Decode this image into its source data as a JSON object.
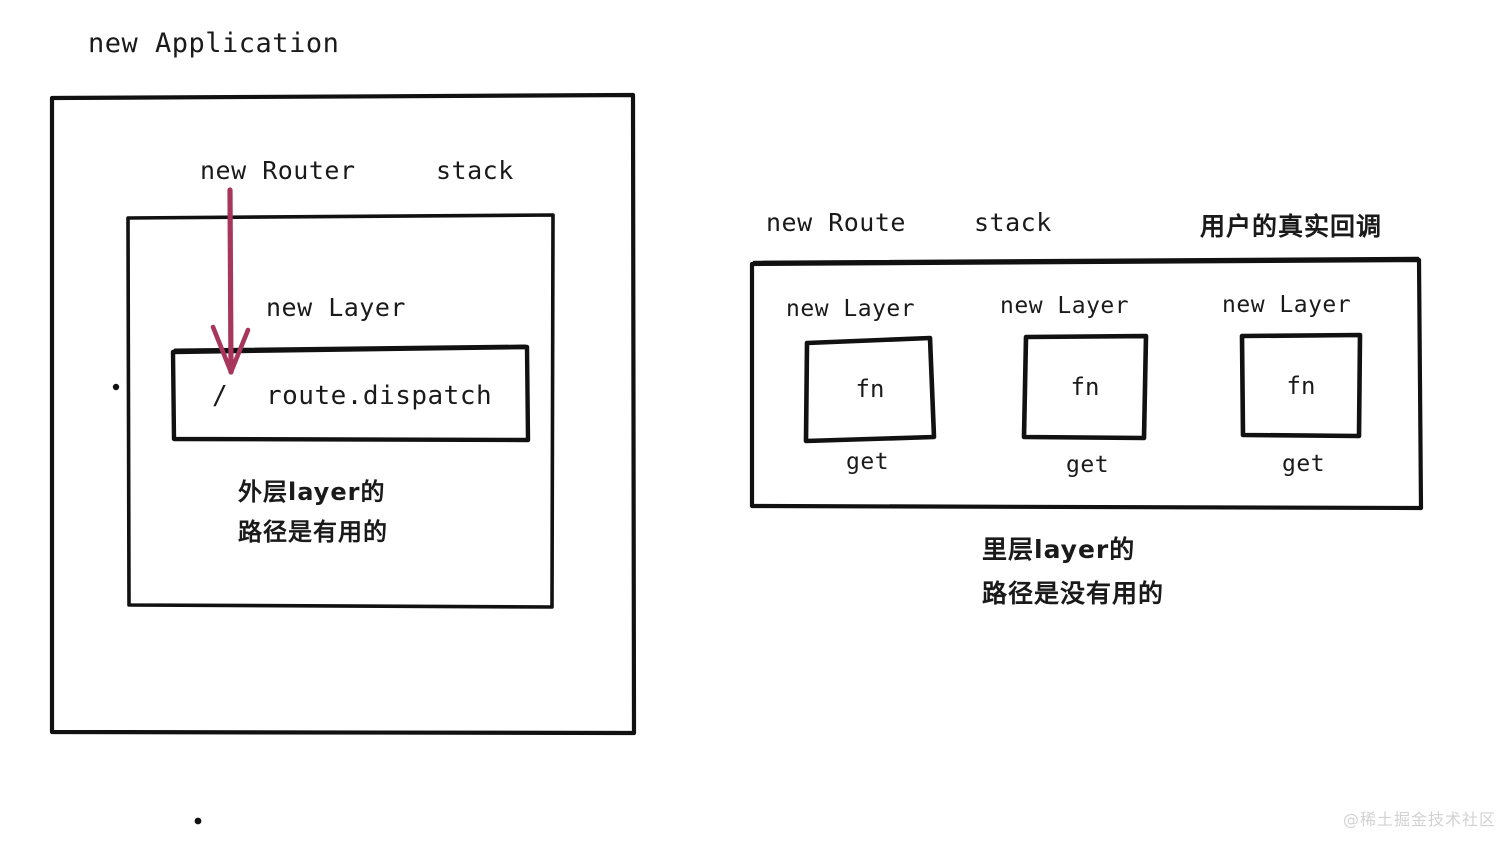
{
  "diagram": {
    "title": "new Application",
    "left_panel": {
      "router_label": "new Router",
      "stack_label": "stack",
      "layer_label": "new Layer",
      "route_path": "/",
      "route_handler": "route.dispatch",
      "note_line1": "外层layer的",
      "note_line2": "路径是有用的",
      "arrow_color": "#a8355b"
    },
    "right_panel": {
      "route_label": "new Route",
      "stack_label": "stack",
      "callback_label": "用户的真实回调",
      "layers": [
        {
          "title": "new Layer",
          "body": "fn",
          "method": "get"
        },
        {
          "title": "new Layer",
          "body": "fn",
          "method": "get"
        },
        {
          "title": "new Layer",
          "body": "fn",
          "method": "get"
        }
      ],
      "note_line1": "里层layer的",
      "note_line2": "路径是没有用的"
    },
    "watermark": "@稀土掘金技术社区",
    "ink_color": "#111111"
  }
}
